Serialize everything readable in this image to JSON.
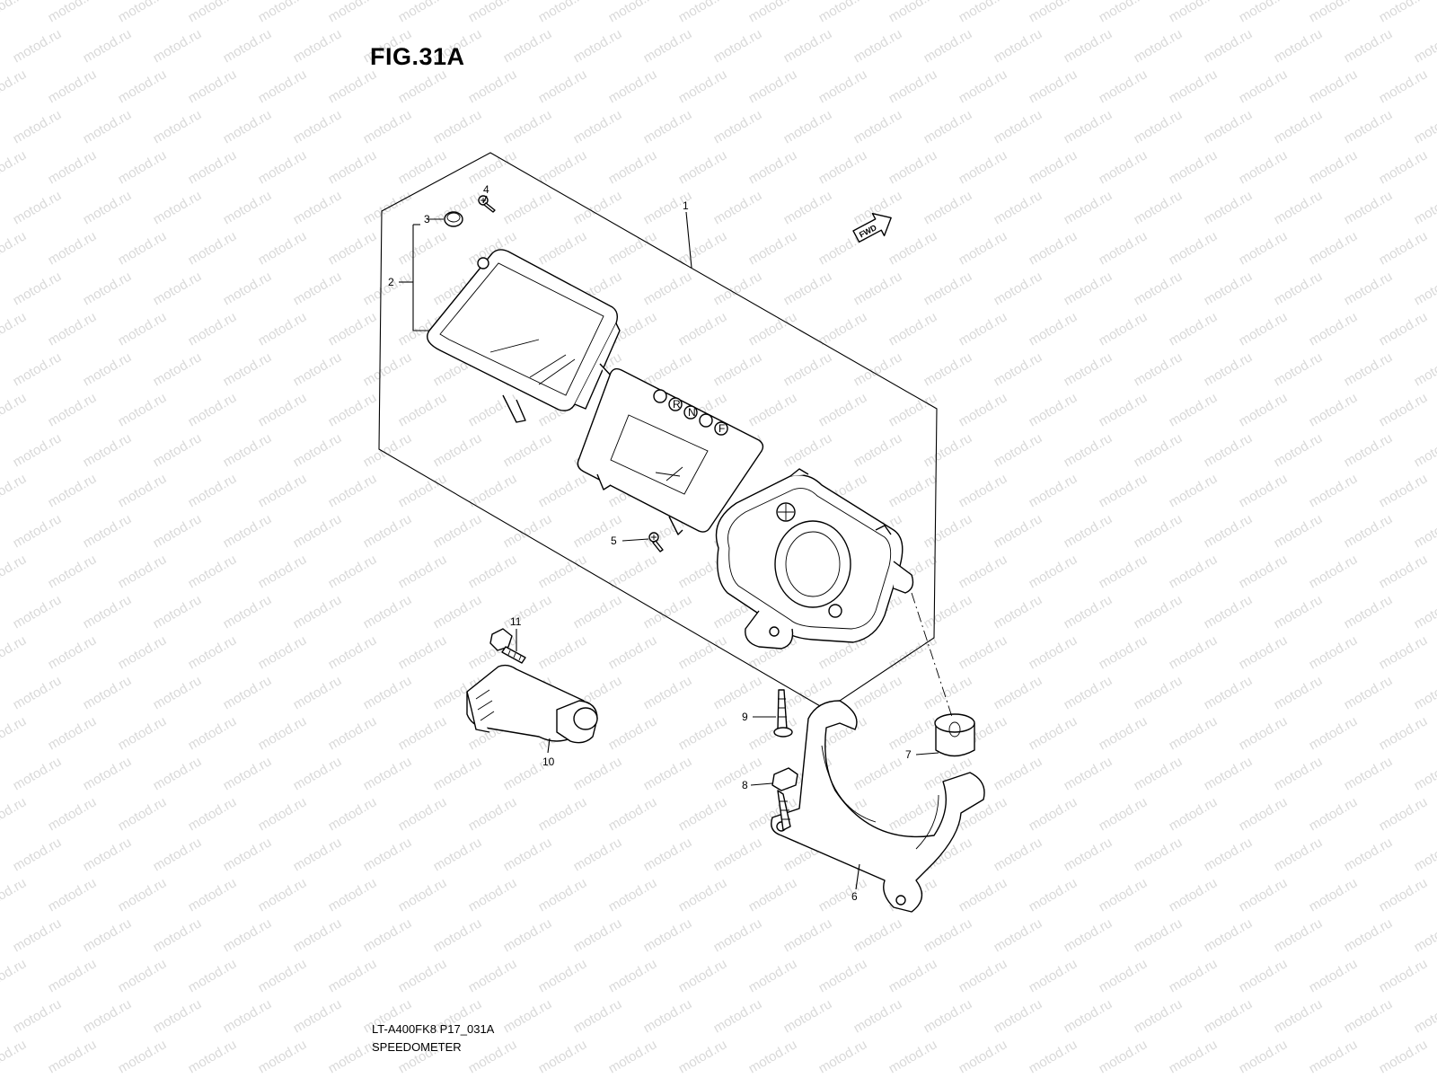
{
  "figure": {
    "title": "FIG.31A",
    "model_code": "LT-A400FK8 P17_031A",
    "section_name": "SPEEDOMETER",
    "fwd_label": "FWD",
    "watermark_text": "motod.ru"
  },
  "callouts": {
    "c1": "1",
    "c2": "2",
    "c3": "3",
    "c4": "4",
    "c5": "5",
    "c6": "6",
    "c7": "7",
    "c8": "8",
    "c9": "9",
    "c10": "10",
    "c11": "11"
  },
  "indicator_letters": [
    "",
    "R",
    "N",
    "",
    "F"
  ],
  "colors": {
    "ink": "#000000",
    "watermark": "#d9d9d9",
    "background": "#ffffff"
  }
}
